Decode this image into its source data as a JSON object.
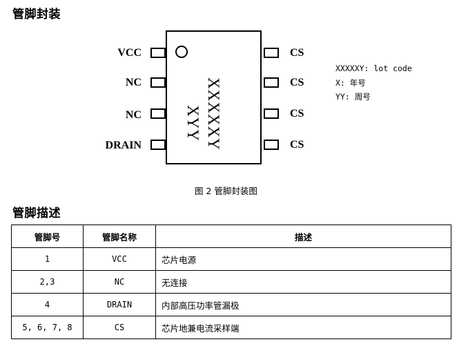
{
  "sections": {
    "package_title": "管脚封装",
    "desc_title": "管脚描述"
  },
  "diagram": {
    "left_pins": [
      "VCC",
      "NC",
      "NC",
      "DRAIN"
    ],
    "right_pins": [
      "CS",
      "CS",
      "CS",
      "CS"
    ],
    "marking_line1": "XXXXXY",
    "marking_line2": "XYY",
    "caption": "图 2  管脚封装图"
  },
  "legend": [
    "XXXXXY: lot code",
    "X: 年号",
    "YY: 周号"
  ],
  "table": {
    "headers": [
      "管脚号",
      "管脚名称",
      "描述"
    ],
    "rows": [
      [
        "1",
        "VCC",
        "芯片电源"
      ],
      [
        "2,3",
        "NC",
        "无连接"
      ],
      [
        "4",
        "DRAIN",
        "内部高压功率管漏极"
      ],
      [
        "5, 6, 7, 8",
        "CS",
        "芯片地兼电流采样端"
      ]
    ]
  }
}
